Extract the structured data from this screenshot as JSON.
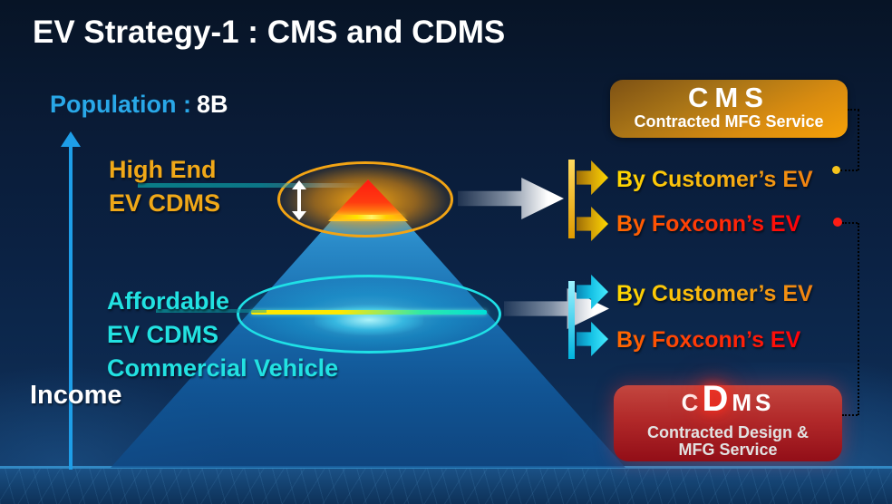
{
  "title": "EV Strategy-1 : CMS and CDMS",
  "population": {
    "label": "Population :",
    "value": "8B"
  },
  "income_label": "Income",
  "pyramid": {
    "high_end": {
      "line1": "High End",
      "line2": "EV CDMS"
    },
    "affordable": {
      "line1": "Affordable",
      "line2": "EV CDMS",
      "line3": "Commercial Vehicle"
    }
  },
  "cms_box": {
    "title": "CMS",
    "subtitle": "Contracted MFG Service"
  },
  "cdms_box": {
    "part_c": "C",
    "part_d": "D",
    "part_ms": "MS",
    "subtitle_line1": "Contracted Design &",
    "subtitle_line2": "MFG Service"
  },
  "cms_branch": {
    "rows": [
      {
        "label": "By Customer’s EV"
      },
      {
        "label": "By Foxconn’s EV"
      }
    ]
  },
  "cdms_branch": {
    "rows": [
      {
        "label": "By Customer’s EV"
      },
      {
        "label": "By Foxconn’s EV"
      }
    ]
  },
  "colors": {
    "gold_label": "#F0A818",
    "cyan_label": "#22E2E2",
    "population_blue": "#29A8E8",
    "cms_orange": "#F6A108",
    "cdms_red": "#BA2826",
    "customer_gradient": [
      "#FFD700",
      "#F08010"
    ],
    "foxconn_gradient": [
      "#FF6A00",
      "#FF0008"
    ],
    "axis_blue": "#1E9EE8",
    "connector_yellow": "#F6C41C",
    "connector_red": "#FF2014"
  }
}
